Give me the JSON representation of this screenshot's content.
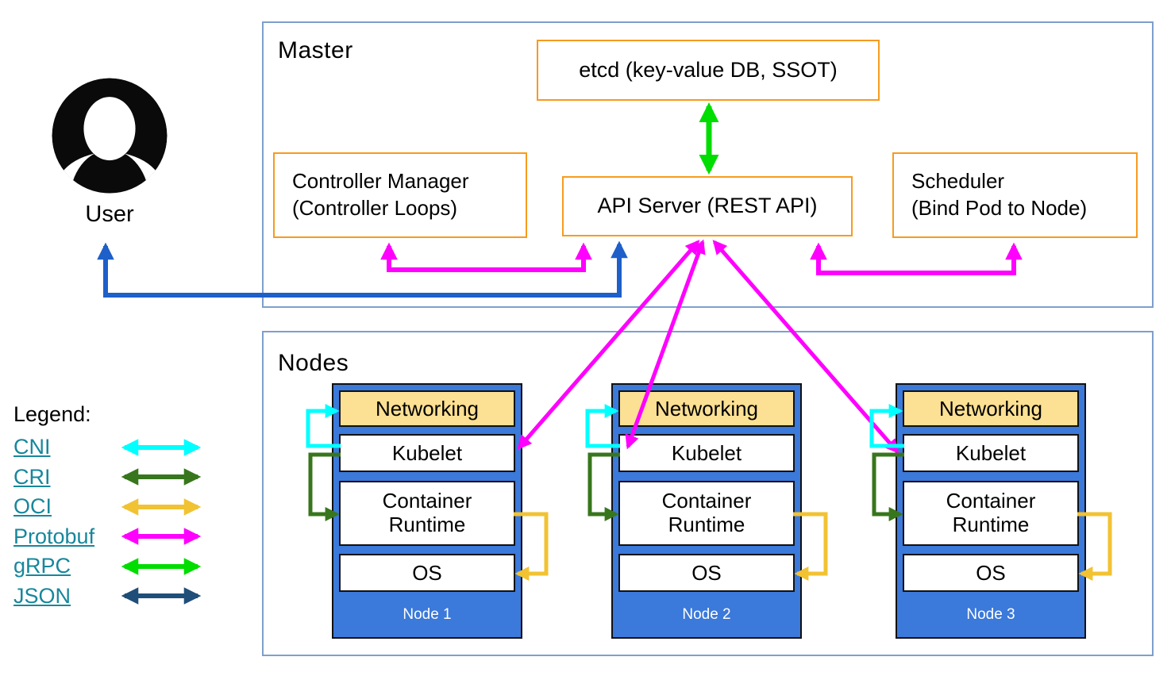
{
  "master": {
    "title": "Master",
    "etcd_label": "etcd (key-value DB, SSOT)",
    "controller_manager_line1": "Controller Manager",
    "controller_manager_line2": "(Controller Loops)",
    "api_server_label": "API Server (REST API)",
    "scheduler_line1": "Scheduler",
    "scheduler_line2": "(Bind Pod to Node)"
  },
  "user": {
    "label": "User"
  },
  "nodes_section": {
    "title": "Nodes",
    "layers": [
      "Networking",
      "Kubelet",
      "Container Runtime",
      "OS"
    ],
    "node_names": [
      "Node 1",
      "Node 2",
      "Node 3"
    ]
  },
  "legend": {
    "title": "Legend:",
    "items": [
      {
        "label": "CNI",
        "color_key": "cni"
      },
      {
        "label": "CRI",
        "color_key": "cri"
      },
      {
        "label": "OCI",
        "color_key": "oci"
      },
      {
        "label": "Protobuf",
        "color_key": "protobuf"
      },
      {
        "label": "gRPC",
        "color_key": "grpc"
      },
      {
        "label": "JSON",
        "color_key": "json"
      }
    ]
  },
  "colors": {
    "cni": "#00FFFF",
    "cri": "#38761D",
    "oci": "#F1C232",
    "protobuf": "#FF00FF",
    "grpc": "#00DD00",
    "json": "#1F4E79",
    "user_arrow": "#1E5FC9",
    "node_fill": "#3B79DA",
    "networking_fill": "#FCE093",
    "component_border": "#F79B1D",
    "frame_border": "#7E9FCC",
    "legend_link": "#17879C"
  }
}
